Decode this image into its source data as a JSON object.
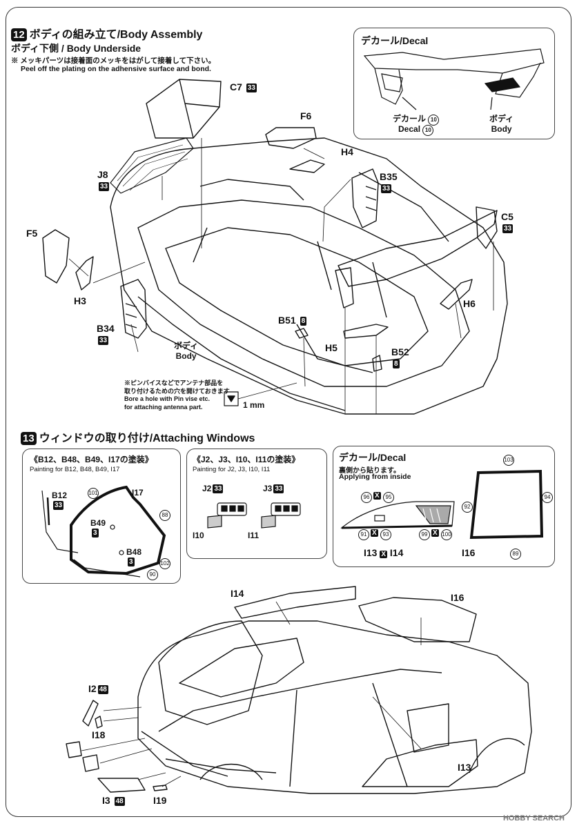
{
  "step12": {
    "number": "12",
    "title": "ボディの組み立て/Body Assembly",
    "subtitle": "ボディ下側 / Body Underside",
    "note_jp": "※ メッキパーツは接着面のメッキをはがして接着して下さい。",
    "note_en": "Peel off the plating on the adhensive surface and bond.",
    "parts": {
      "c7": {
        "label": "C7",
        "badge": "33"
      },
      "f6": {
        "label": "F6"
      },
      "h4": {
        "label": "H4"
      },
      "j8": {
        "label": "J8",
        "badge": "33"
      },
      "b35": {
        "label": "B35",
        "badge": "33"
      },
      "f5": {
        "label": "F5"
      },
      "c5": {
        "label": "C5",
        "badge": "33"
      },
      "h3": {
        "label": "H3"
      },
      "h6": {
        "label": "H6"
      },
      "b34": {
        "label": "B34",
        "badge": "33"
      },
      "b51": {
        "label": "B51",
        "badge": "8"
      },
      "h5": {
        "label": "H5"
      },
      "b52": {
        "label": "B52",
        "badge": "8"
      }
    },
    "body_jp": "ボディ",
    "body_en": "Body",
    "antenna_note": [
      "※ピンバイスなどでアンテナ部品を",
      "取り付けるための穴を開けておきます",
      "Bore a hole with Pin vise etc.",
      "for attaching antenna part."
    ],
    "hole_size": "1 mm"
  },
  "decal_box": {
    "title": "デカール/Decal",
    "decal_jp": "デカール",
    "decal_en": "Decal",
    "decal_no": "10",
    "body_jp": "ボディ",
    "body_en": "Body"
  },
  "step13": {
    "number": "13",
    "title": "ウィンドウの取り付け/Attaching Windows",
    "paint_box1": {
      "title": "《B12、B48、B49、I17の塗装》",
      "subtitle": "Painting for B12, B48, B49, I17",
      "b12": {
        "label": "B12",
        "badge": "33"
      },
      "i17": "I17",
      "b49": {
        "label": "B49",
        "badge": "3"
      },
      "b48": {
        "label": "B48",
        "badge": "3"
      },
      "c101": "101",
      "c88": "88",
      "c102": "102",
      "c90": "90"
    },
    "paint_box2": {
      "title": "《J2、J3、I10、I11の塗装》",
      "subtitle": "Painting for J2, J3, I10, I11",
      "j2": {
        "label": "J2",
        "badge": "33"
      },
      "j3": {
        "label": "J3",
        "badge": "33"
      },
      "i10": "I10",
      "i11": "I11"
    },
    "decal_box": {
      "title": "デカール/Decal",
      "note_jp": "裏側から貼ります。",
      "note_en": "Applying from inside",
      "c96": "96",
      "c95": "95",
      "c91": "91",
      "c93": "93",
      "c99": "99",
      "c100": "100",
      "c103": "103",
      "c92": "92",
      "c94": "94",
      "c89": "89",
      "i13": "I13",
      "i14": "I14",
      "i16": "I16",
      "x": "X"
    },
    "parts": {
      "i14": "I14",
      "i16": "I16",
      "i2": {
        "label": "I2",
        "badge": "48"
      },
      "i18": "I18",
      "i13": "I13",
      "i3": {
        "label": "I3",
        "badge": "48"
      },
      "i19": "I19"
    }
  },
  "watermark": "HOBBY SEARCH"
}
